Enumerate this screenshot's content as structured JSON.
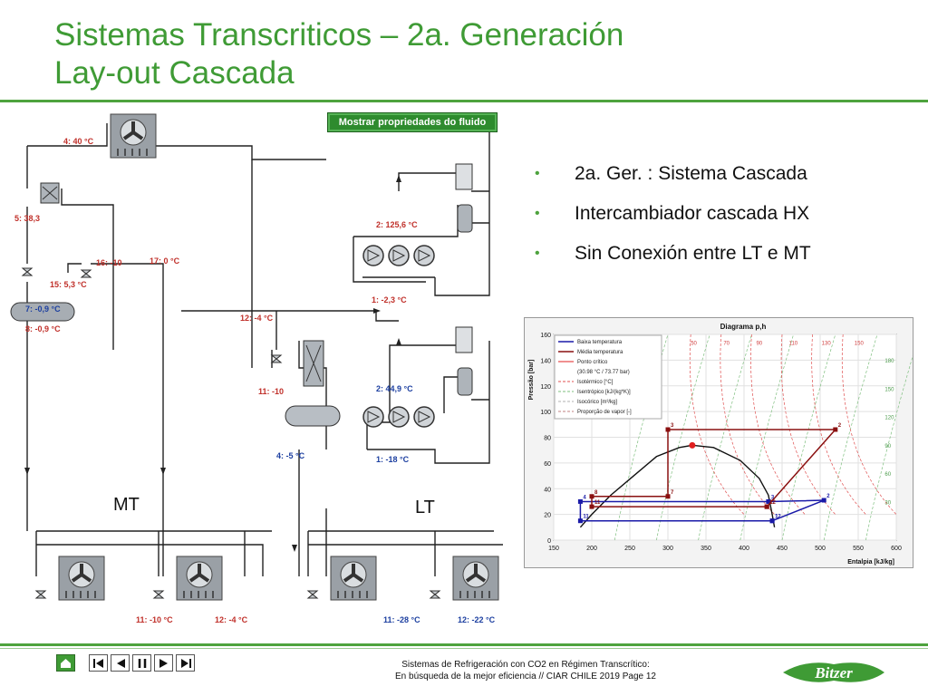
{
  "title": {
    "line1": "Sistemas Transcriticos – 2a. Generación",
    "line2": "Lay-out Cascada"
  },
  "fluid_button": "Mostrar propriedades do fluido",
  "bullets": [
    "2a. Ger. : Sistema Cascada",
    "Intercambiador cascada HX",
    "Sin Conexión entre LT e MT"
  ],
  "schematic": {
    "labels": {
      "l4": "4:  40 °C",
      "l5": "5: 38,3",
      "l16": "16:  -10",
      "l15": "15:  5,3 °C",
      "l7": "7: -0,9 °C",
      "l8": "8:  -0,9 °C",
      "l17": "17:  0 °C",
      "l2a": "2:  125,6 °C",
      "l1a": "1:  -2,3 °C",
      "l12a": "12:  -4 °C",
      "l11a": "11:  -10",
      "l2b": "2:  44,9 °C",
      "l1b": "1:  -18 °C",
      "l4b": "4:  -5 °C",
      "mt": "MT",
      "lt": "LT",
      "l11b": "11:  -10 °C",
      "l12b": "12:  -4 °C",
      "l11c": "11:  -28 °C",
      "l12c": "12:  -22 °C"
    }
  },
  "chart_data": {
    "type": "line",
    "title": "Diagrama p,h",
    "xlabel": "Entalpia [kJ/kg]",
    "ylabel": "Pressão [bar]",
    "xlim": [
      150,
      600
    ],
    "ylim": [
      0,
      160
    ],
    "xticks": [
      150,
      200,
      250,
      300,
      350,
      400,
      450,
      500,
      550,
      600
    ],
    "yticks": [
      0,
      20,
      40,
      60,
      80,
      100,
      120,
      140,
      160
    ],
    "legend": [
      "Baixa temperatura",
      "Média temperatura",
      "Ponto crítico",
      "(30.98 °C / 73.77 bar)",
      "Isotérmico [°C]",
      "Isentrópico [kJ/(kg*K)]",
      "Isocórico [m³/kg]",
      "Proporção de vapor [-]"
    ],
    "legend_position": "top-left",
    "isotherm_labels": [
      "50",
      "70",
      "90",
      "110",
      "130",
      "150"
    ],
    "isentrope_labels": [
      "180",
      "150",
      "120",
      "90",
      "60",
      "30"
    ],
    "critical_point": {
      "h": 332,
      "p": 73.77
    },
    "saturation_dome": [
      {
        "h": 185,
        "p": 10
      },
      {
        "h": 200,
        "p": 20
      },
      {
        "h": 225,
        "p": 35
      },
      {
        "h": 255,
        "p": 50
      },
      {
        "h": 285,
        "p": 65
      },
      {
        "h": 315,
        "p": 72
      },
      {
        "h": 332,
        "p": 73.77
      },
      {
        "h": 360,
        "p": 72
      },
      {
        "h": 395,
        "p": 62
      },
      {
        "h": 420,
        "p": 48
      },
      {
        "h": 432,
        "p": 35
      },
      {
        "h": 437,
        "p": 20
      },
      {
        "h": 440,
        "p": 10
      }
    ],
    "series": [
      {
        "name": "Baixa temperatura",
        "color": "#1a1aa8",
        "points": [
          {
            "h": 437,
            "p": 15,
            "label": "1"
          },
          {
            "h": 505,
            "p": 31,
            "label": "2"
          },
          {
            "h": 432,
            "p": 30,
            "label": "3"
          },
          {
            "h": 185,
            "p": 30,
            "label": "4"
          },
          {
            "h": 185,
            "p": 15,
            "label": "11"
          },
          {
            "h": 437,
            "p": 15,
            "label": "12"
          }
        ]
      },
      {
        "name": "Média temperatura",
        "color": "#8a1010",
        "points": [
          {
            "h": 430,
            "p": 26,
            "label": "1"
          },
          {
            "h": 520,
            "p": 86,
            "label": "2"
          },
          {
            "h": 300,
            "p": 86,
            "label": "3"
          },
          {
            "h": 300,
            "p": 34,
            "label": "7"
          },
          {
            "h": 200,
            "p": 34,
            "label": "8"
          },
          {
            "h": 200,
            "p": 26,
            "label": "11"
          },
          {
            "h": 430,
            "p": 26,
            "label": "12"
          }
        ]
      }
    ]
  },
  "footer": {
    "line1": "Sistemas de Refrigeración con CO2 en Régimen Transcrítico:",
    "line2": "En búsqueda de la mejor eficiencia //  CIAR CHILE 2019  Page 12"
  },
  "logo_text": "Bitzer",
  "colors": {
    "accent": "#4ea33e",
    "label_blue": "#1c3fa0",
    "label_red": "#c0302a"
  }
}
